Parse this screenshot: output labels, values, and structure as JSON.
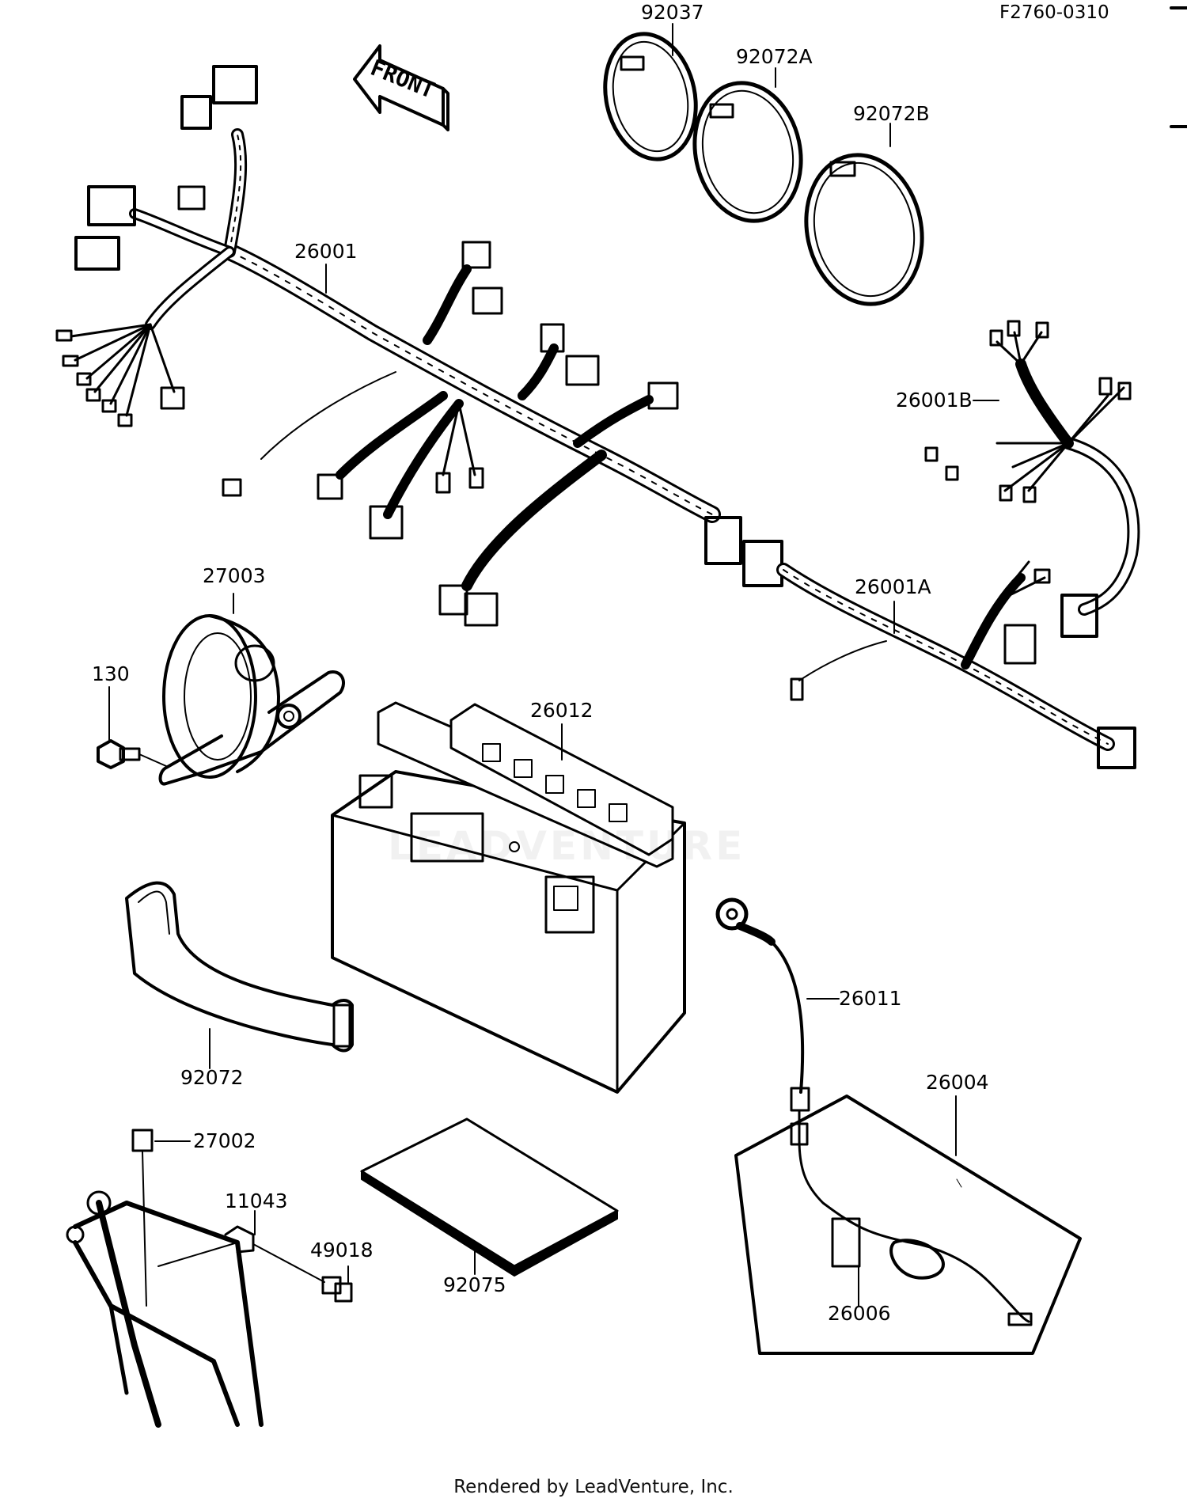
{
  "diagram": {
    "code": "F2760-0310",
    "front_label": "FRONT",
    "watermark": "LEADVENTURE",
    "parts": {
      "p92037": "92037",
      "p92072A": "92072A",
      "p92072B": "92072B",
      "p26001": "26001",
      "p26001B": "26001B",
      "p26001A": "26001A",
      "p27003": "27003",
      "p130": "130",
      "p26012": "26012",
      "p26011": "26011",
      "p92072": "92072",
      "p26004": "26004",
      "p27002": "27002",
      "p11043": "11043",
      "p49018": "49018",
      "p92075": "92075",
      "p26006": "26006"
    },
    "footer": "Rendered by LeadVenture, Inc."
  }
}
